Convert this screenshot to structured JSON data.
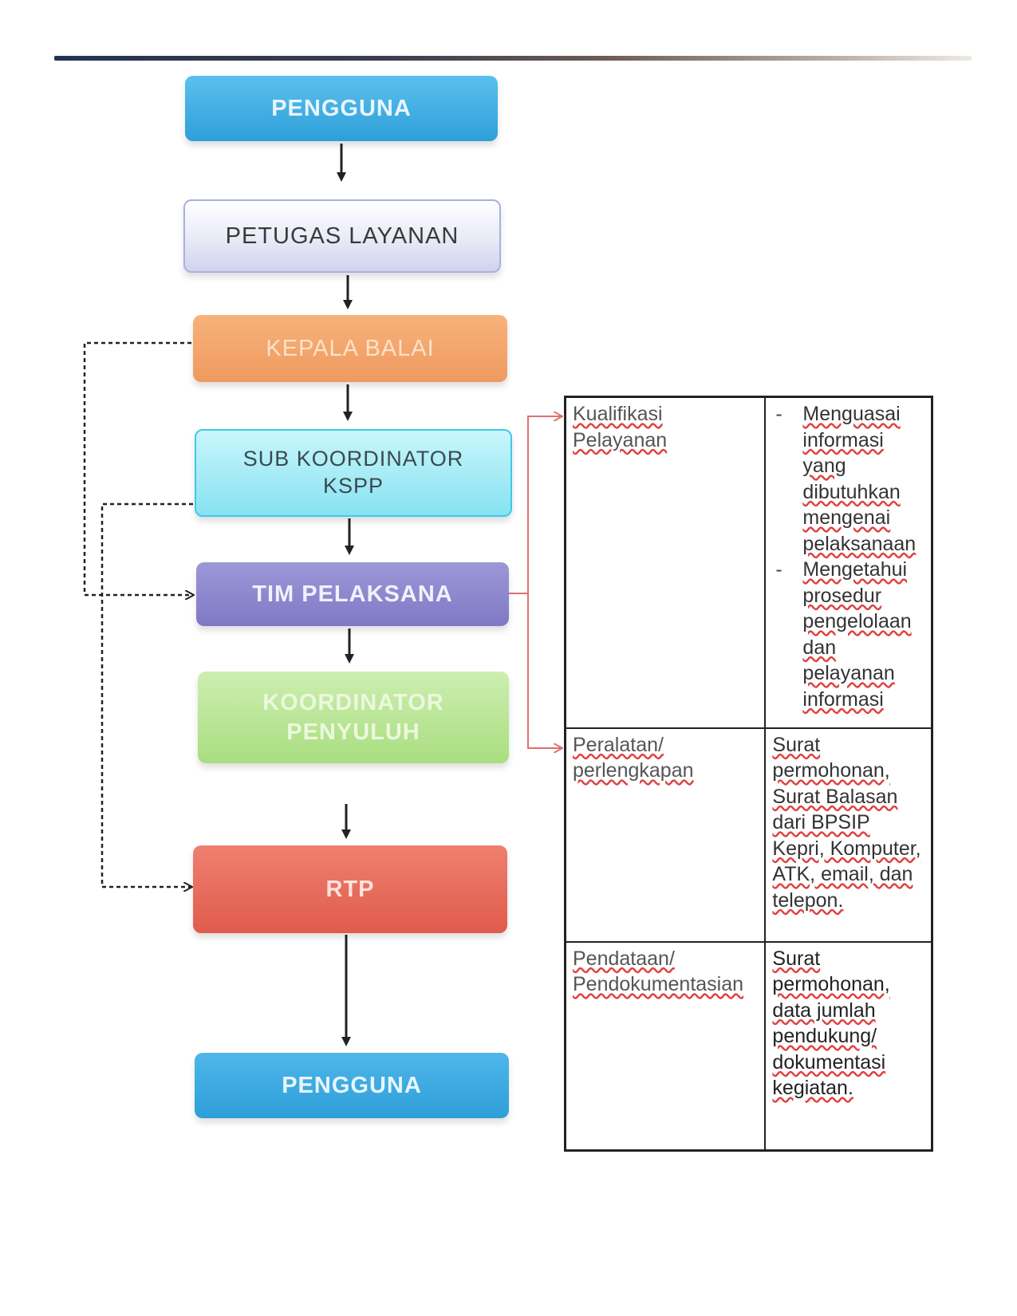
{
  "diagram": {
    "nodes": {
      "pengguna_top": "PENGGUNA",
      "petugas": "PETUGAS LAYANAN",
      "kepala": "KEPALA BALAI",
      "sub_koordinator": "SUB KOORDINATOR\nKSPP",
      "tim_pelaksana": "TIM PELAKSANA",
      "koordinator_penyuluh": "KOORDINATOR\nPENYULUH",
      "rtp": "RTP",
      "pengguna_bottom": "PENGGUNA"
    },
    "colors": {
      "pengguna": "#2e9fd8",
      "petugas": "#cfd3ec",
      "kepala": "#ef9a5f",
      "sub_koordinator": "#87e2f2",
      "tim_pelaksana": "#7f79c4",
      "koordinator_penyuluh": "#a9de80",
      "rtp": "#e05b4c",
      "bracket": "#e07070"
    }
  },
  "table": {
    "rows": [
      {
        "label": "Kualifikasi Pelayanan",
        "items": [
          "Menguasai informasi yang dibutuhkan mengenai pelaksanaan",
          "Mengetahui prosedur pengelolaan dan pelayanan informasi"
        ]
      },
      {
        "label": "Peralatan/ perlengkapan",
        "text": "Surat permohonan, Surat Balasan dari BPSIP Kepri, Komputer, ATK, email, dan telepon."
      },
      {
        "label": "Pendataan/ Pendokumentasian",
        "text": "Surat permohonan, data jumlah pendukung/ dokumentasi kegiatan."
      }
    ]
  }
}
